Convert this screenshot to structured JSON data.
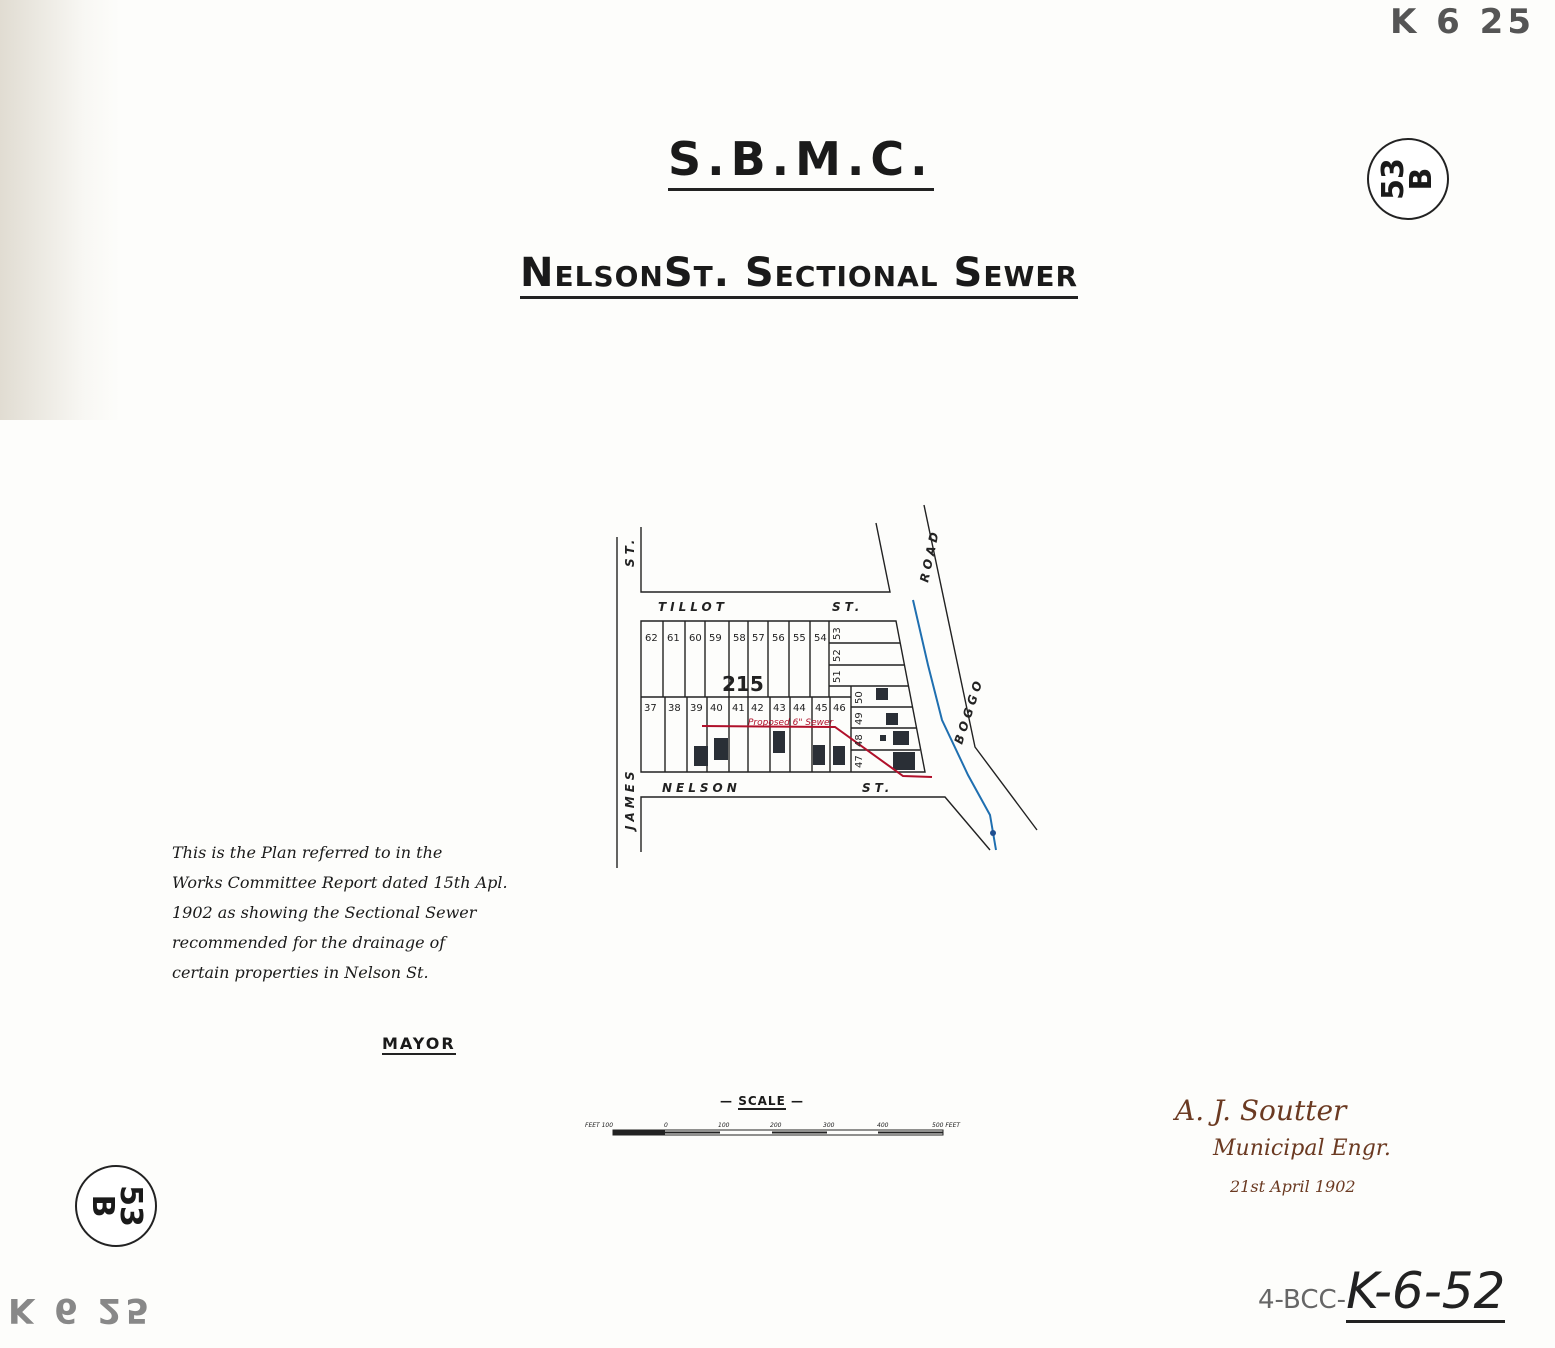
{
  "header": {
    "authority": "S.B.M.C.",
    "title": "NelsonSt. Sectional Sewer",
    "corner_ref": "K 6 25",
    "corner_ref_mirrored": "K 6 25"
  },
  "stamps": [
    {
      "number": "53",
      "letter": "B"
    },
    {
      "number": "53",
      "letter": "B"
    }
  ],
  "map": {
    "streets": {
      "james": "JAMES",
      "james_st": "ST.",
      "tillot": "TILLOT",
      "tillot_st": "ST.",
      "nelson": "NELSON",
      "nelson_st": "ST.",
      "boggo": "BOGGO",
      "road": "ROAD"
    },
    "block_number": "215",
    "lots_top": [
      "62",
      "61",
      "60",
      "59",
      "58",
      "57",
      "56",
      "55",
      "54"
    ],
    "lots_right_upper": [
      "53",
      "52",
      "51"
    ],
    "lots_bottom": [
      "37",
      "38",
      "39",
      "40",
      "41",
      "42",
      "43",
      "44",
      "45",
      "46"
    ],
    "lots_right_lower": [
      "50",
      "49",
      "48",
      "47"
    ],
    "sewer_label": "Proposed 6\" Sewer",
    "colors": {
      "sewer": "#b0102a",
      "creek": "#1f6fb0",
      "lines": "#222222",
      "buildings": "#2a2f36"
    }
  },
  "note": {
    "lines": [
      "This is the Plan referred to in the",
      "Works Committee Report dated 15th Apl.",
      "1902 as showing the Sectional Sewer",
      "recommended for the drainage of",
      "certain properties in Nelson St."
    ],
    "mayor": "MAYOR"
  },
  "scale": {
    "title": "SCALE",
    "labels": [
      "FEET 100",
      "0",
      "100",
      "200",
      "300",
      "400",
      "500 FEET"
    ]
  },
  "signature": {
    "name": "A. J. Soutter",
    "title": "Municipal Engr.",
    "date": "21st April 1902"
  },
  "reference": {
    "prefix": "4-BCC-",
    "code": "K-6-52"
  }
}
